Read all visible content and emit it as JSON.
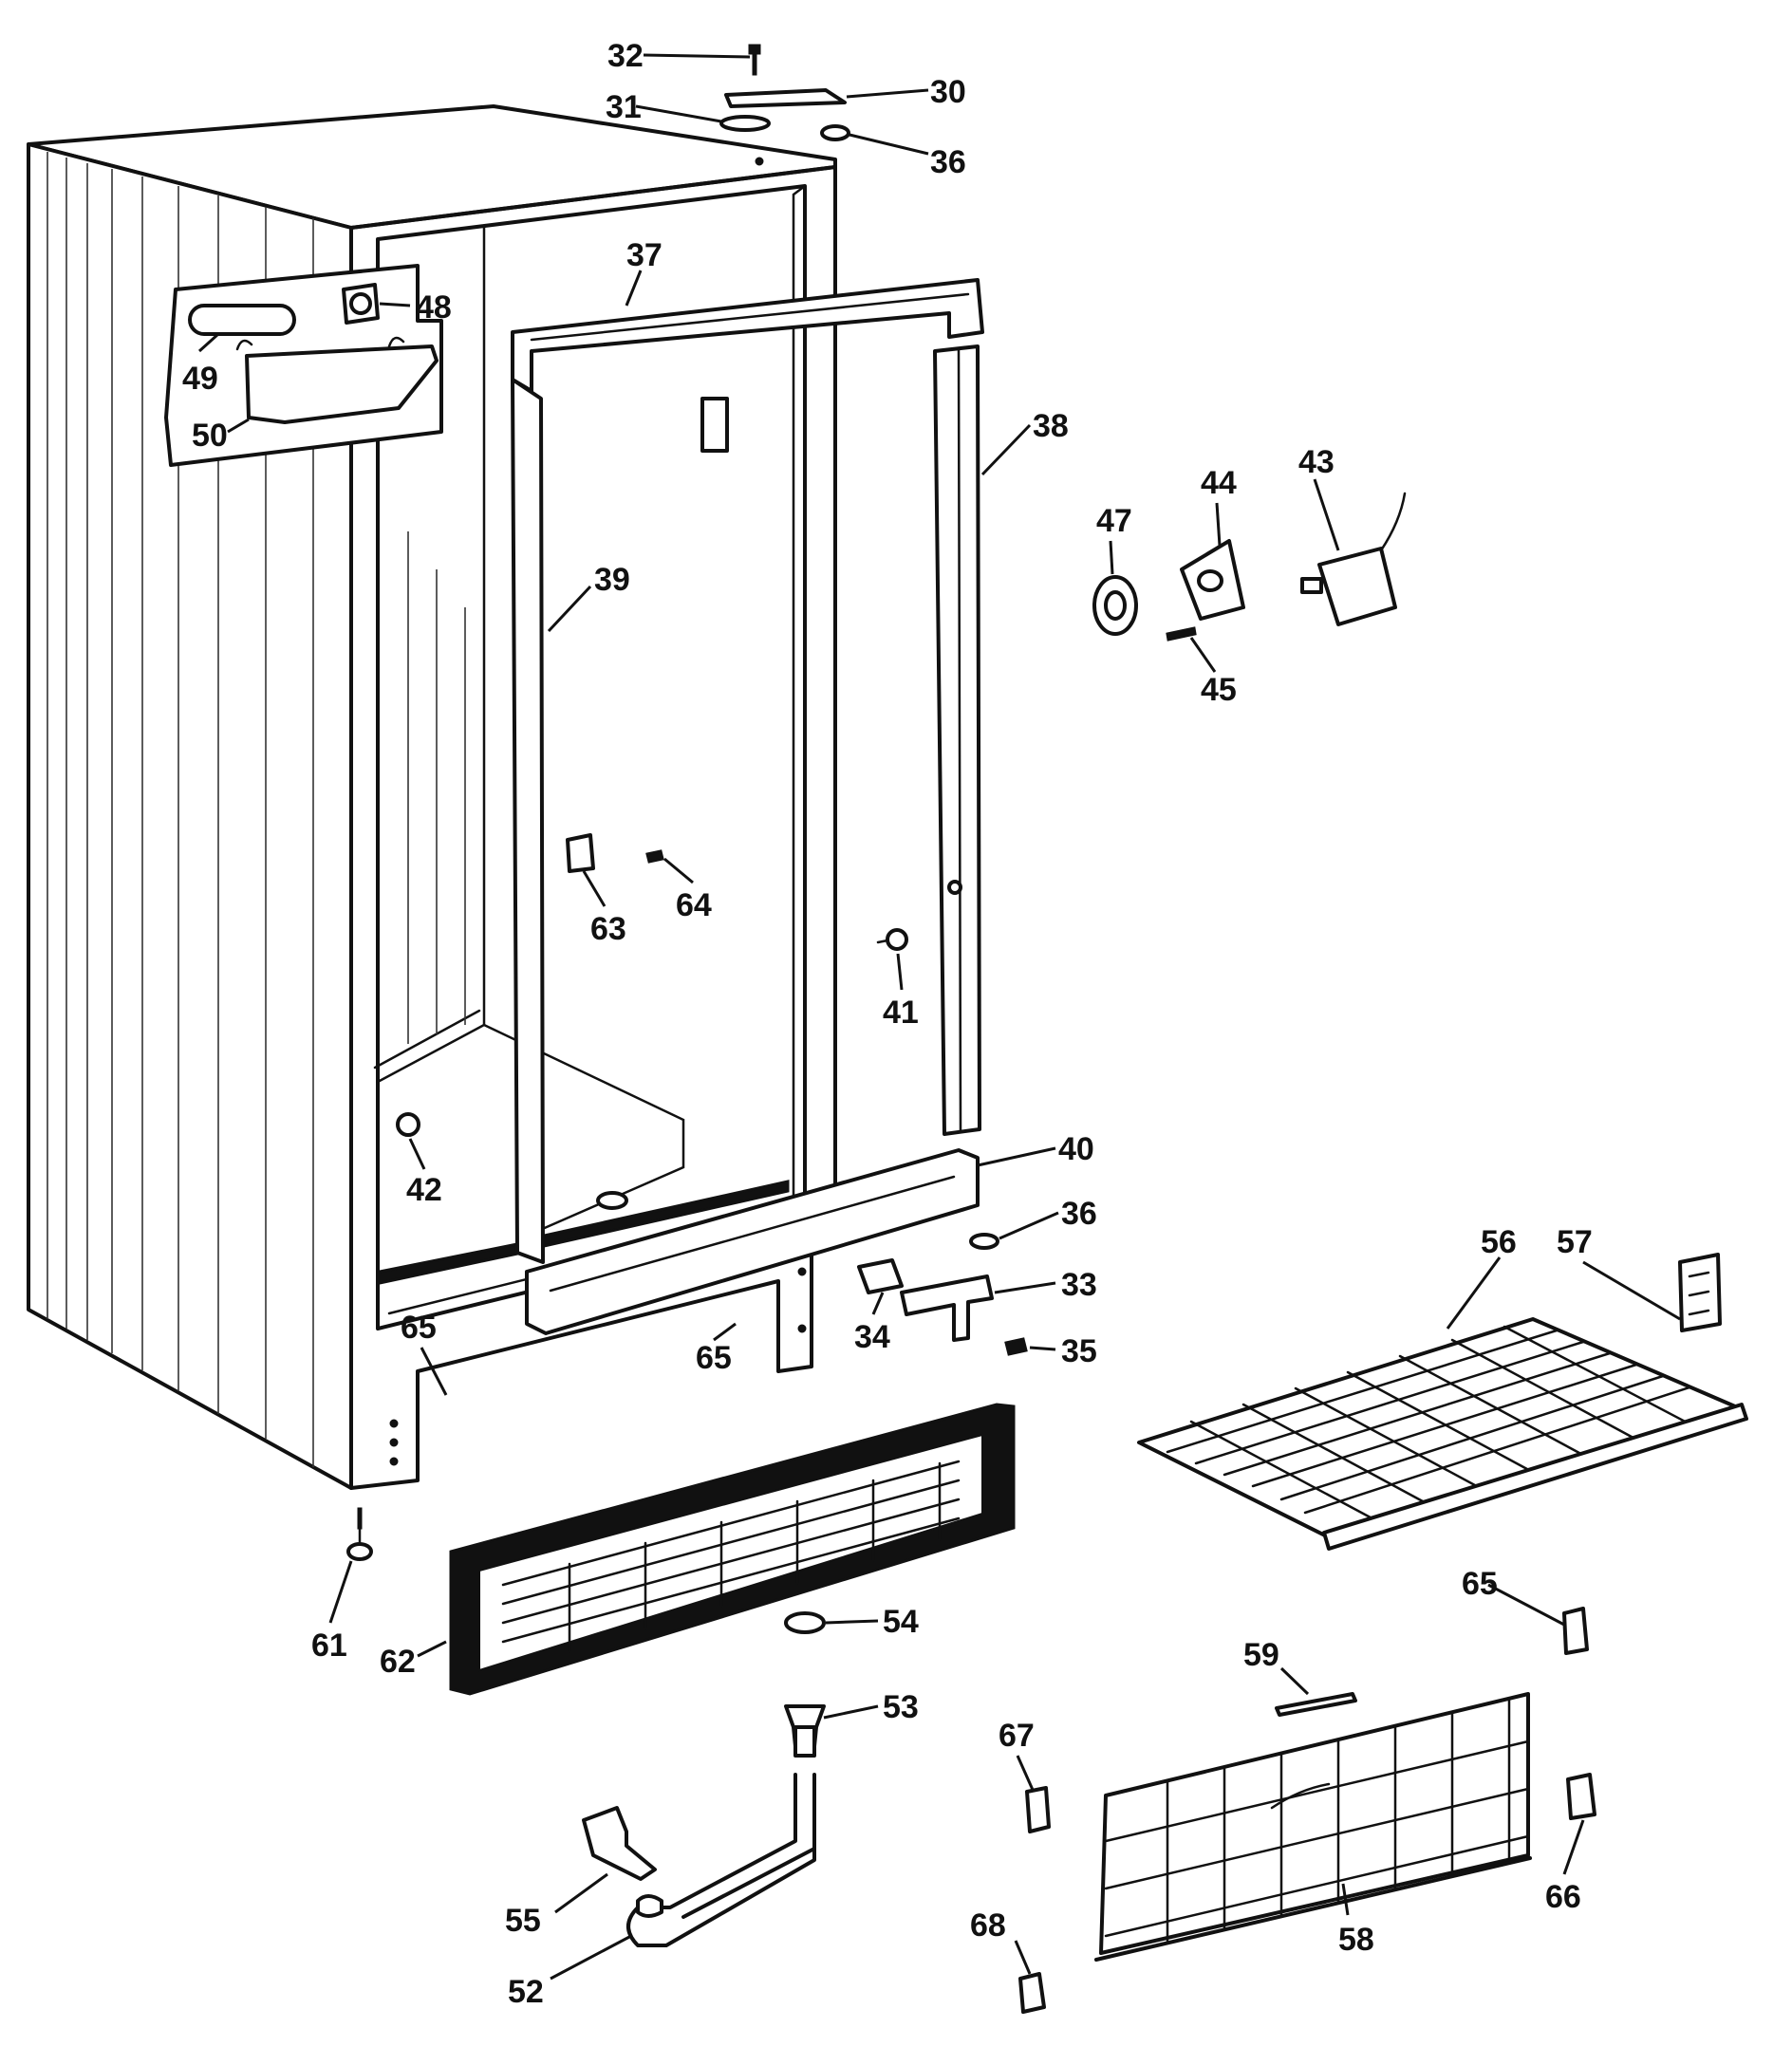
{
  "callouts": [
    {
      "id": "c32",
      "text": "32"
    },
    {
      "id": "c30",
      "text": "30"
    },
    {
      "id": "c31",
      "text": "31"
    },
    {
      "id": "c36a",
      "text": "36"
    },
    {
      "id": "c37",
      "text": "37"
    },
    {
      "id": "c48",
      "text": "48"
    },
    {
      "id": "c49",
      "text": "49"
    },
    {
      "id": "c50",
      "text": "50"
    },
    {
      "id": "c38",
      "text": "38"
    },
    {
      "id": "c39",
      "text": "39"
    },
    {
      "id": "c47",
      "text": "47"
    },
    {
      "id": "c44",
      "text": "44"
    },
    {
      "id": "c43",
      "text": "43"
    },
    {
      "id": "c45",
      "text": "45"
    },
    {
      "id": "c63",
      "text": "63"
    },
    {
      "id": "c64",
      "text": "64"
    },
    {
      "id": "c41",
      "text": "41"
    },
    {
      "id": "c42",
      "text": "42"
    },
    {
      "id": "c40",
      "text": "40"
    },
    {
      "id": "c36b",
      "text": "36"
    },
    {
      "id": "c56",
      "text": "56"
    },
    {
      "id": "c57",
      "text": "57"
    },
    {
      "id": "c33",
      "text": "33"
    },
    {
      "id": "c34",
      "text": "34"
    },
    {
      "id": "c35",
      "text": "35"
    },
    {
      "id": "c65a",
      "text": "65"
    },
    {
      "id": "c65b",
      "text": "65"
    },
    {
      "id": "c61",
      "text": "61"
    },
    {
      "id": "c62",
      "text": "62"
    },
    {
      "id": "c54",
      "text": "54"
    },
    {
      "id": "c53",
      "text": "53"
    },
    {
      "id": "c65c",
      "text": "65"
    },
    {
      "id": "c59",
      "text": "59"
    },
    {
      "id": "c67",
      "text": "67"
    },
    {
      "id": "c55",
      "text": "55"
    },
    {
      "id": "c52",
      "text": "52"
    },
    {
      "id": "c68",
      "text": "68"
    },
    {
      "id": "c58",
      "text": "58"
    },
    {
      "id": "c66",
      "text": "66"
    }
  ]
}
